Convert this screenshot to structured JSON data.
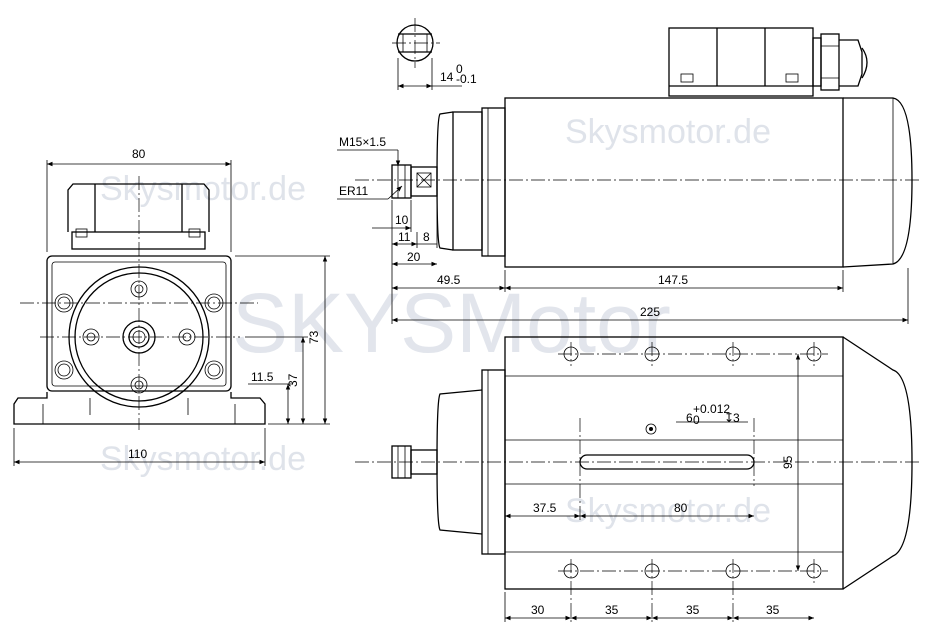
{
  "watermarks": {
    "main": "SKYSMotor",
    "small": "Skysmotor.de"
  },
  "front_view": {
    "width_top": "80",
    "width_base": "110",
    "height_total": "73",
    "height_axis": "37",
    "height_base": "11.5"
  },
  "shaft_detail": {
    "flat_width": "14",
    "flat_tol_upper": "0",
    "flat_tol_lower": "-0.1"
  },
  "side_view": {
    "thread": "M15×1.5",
    "collet": "ER11",
    "d10": "10",
    "d11": "11",
    "d8": "8",
    "d20": "20",
    "d49_5": "49.5",
    "d147_5": "147.5",
    "d225": "225"
  },
  "bottom_view": {
    "slot_width": "6",
    "slot_tol_upper": "+0.012",
    "slot_tol_lower": "0",
    "slot_depth": "3",
    "slot_depth_symbol": "↧",
    "height_95": "95",
    "d37_5": "37.5",
    "d80": "80",
    "d30": "30",
    "d35a": "35",
    "d35b": "35",
    "d35c": "35"
  },
  "colors": {
    "line": "#000000",
    "watermark": "#dfe3ea",
    "background": "#ffffff"
  }
}
